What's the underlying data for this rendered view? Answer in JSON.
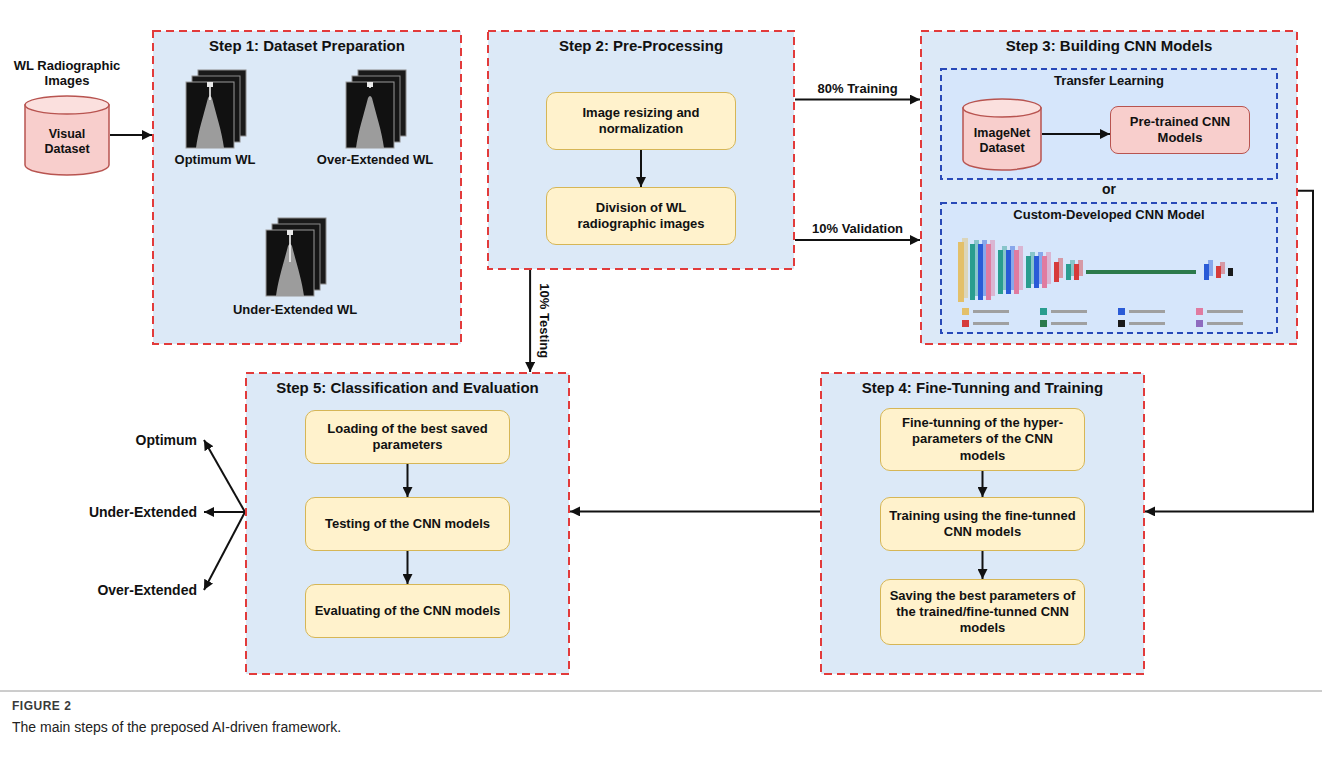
{
  "diagram": {
    "caption": "The main steps of the preposed AI-driven framework.",
    "nodes": [
      {
        "text": [
          "WL Radiographic Images",
          "Visual Dataset"
        ]
      },
      {
        "text": [
          "Step 1: Dataset Preparation",
          "Optimum WL",
          "Over-Extended WL",
          "Under-Extended WL"
        ]
      },
      {
        "text": [
          "Step 2: Pre-Processing"
        ]
      },
      {
        "text": [
          "Image resizing and normalization"
        ],
        "in": 2
      },
      {
        "text": [
          "Division of WL radiographic images"
        ],
        "in": 2
      },
      {
        "text": [
          "Step 3: Building CNN Models",
          "or"
        ]
      },
      {
        "text": [
          "Transfer Learning"
        ],
        "in": 5
      },
      {
        "text": [
          "ImageNet Dataset"
        ],
        "in": 6
      },
      {
        "text": [
          "Pre-trained CNN Models"
        ],
        "in": 6
      },
      {
        "text": [
          "Custom-Developed CNN Model"
        ],
        "in": 5
      },
      {
        "text": [
          "Step 5: Classification and Evaluation"
        ]
      },
      {
        "text": [
          "Loading of the best saved parameters"
        ],
        "in": 10
      },
      {
        "text": [
          "Testing of the CNN models"
        ],
        "in": 10
      },
      {
        "text": [
          "Evaluating of the CNN models"
        ],
        "in": 10
      },
      {
        "text": [
          "Step 4: Fine-Tunning and Training"
        ]
      },
      {
        "text": [
          "Fine-tunning of the hyper-parameters of the CNN models"
        ],
        "in": 14
      },
      {
        "text": [
          "Training using the fine-tunned CNN models"
        ],
        "in": 14
      },
      {
        "text": [
          "Saving the best parameters of the trained/fine-tunned CNN models"
        ],
        "in": 14
      }
    ],
    "edges": [
      {
        "from": 0,
        "to": 1,
        "arrow": "to"
      },
      {
        "from": 2,
        "to": 5,
        "label": "80% Training",
        "arrow": "to"
      },
      {
        "from": 2,
        "to": 5,
        "label": "10% Validation",
        "arrow": "to"
      },
      {
        "from": 2,
        "to": 10,
        "label": "10% Testing",
        "arrow": "to"
      },
      {
        "from": 3,
        "to": 4,
        "arrow": "to"
      },
      {
        "from": 7,
        "to": 8,
        "arrow": "to"
      },
      {
        "from": 5,
        "to": 14,
        "arrow": "to"
      },
      {
        "from": 15,
        "to": 16,
        "arrow": "to"
      },
      {
        "from": 16,
        "to": 17,
        "arrow": "to"
      },
      {
        "from": 14,
        "to": 10,
        "arrow": "to"
      },
      {
        "from": 11,
        "to": 12,
        "arrow": "to"
      },
      {
        "from": 12,
        "to": 13,
        "arrow": "to"
      }
    ],
    "labels": [
      "Optimum",
      "Under-Extended",
      "Over-Extended",
      "FIGURE 2"
    ]
  }
}
